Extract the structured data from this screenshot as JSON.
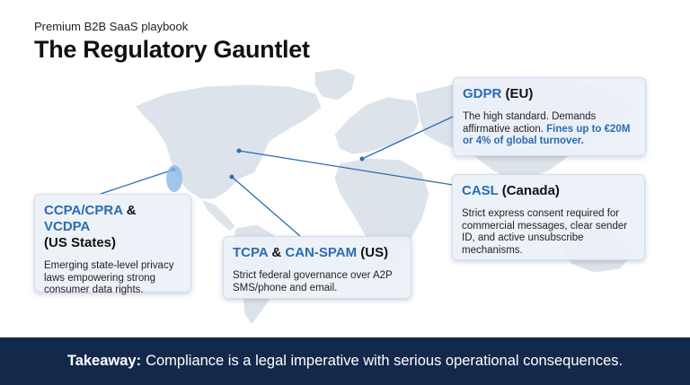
{
  "kicker": "Premium B2B SaaS playbook",
  "title": "The Regulatory Gauntlet",
  "colors": {
    "accent": "#2b6cb0",
    "banner": "#13294b",
    "card": "#ecf1f8"
  },
  "cards": {
    "gdpr": {
      "title_a": "GDPR",
      "title_b": "(EU)",
      "body": "The high standard. Demands affirmative action. ",
      "highlight": "Fines up to €20M or 4% of global turnover."
    },
    "casl": {
      "title_a": "CASL",
      "title_b": "(Canada)",
      "body": "Strict express consent required for commercial messages, clear sender ID, and active unsubscribe mechanisms."
    },
    "ccpa": {
      "title_a": "CCPA/CPRA",
      "amp": "&",
      "title_b": "VCDPA",
      "title_c": "(US States)",
      "body": "Emerging state-level privacy laws empowering strong consumer data rights."
    },
    "tcpa": {
      "title_a": "TCPA",
      "amp": "&",
      "title_b": "CAN-SPAM",
      "title_c": "(US)",
      "body": "Strict federal governance over A2P SMS/phone and email."
    }
  },
  "takeaway": {
    "label": "Takeaway:",
    "text": "Compliance is a legal imperative with serious operational consequences."
  }
}
